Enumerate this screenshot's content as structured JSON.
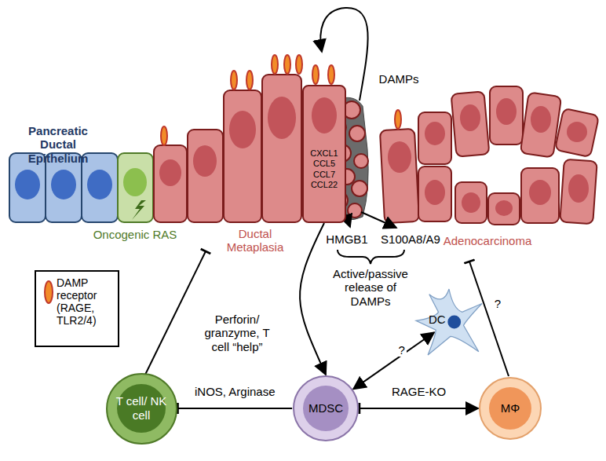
{
  "diagram": {
    "nodes": [
      {
        "text": [
          "CXCL1 CCL5 CCL7 CCL22"
        ]
      },
      {
        "text": [
          "T cell/ NK cell"
        ]
      },
      {
        "text": [
          "MDSC"
        ]
      },
      {
        "text": [
          "DC"
        ]
      },
      {
        "text": [
          "MΦ"
        ]
      }
    ],
    "edges": [
      {
        "from": 0,
        "to": 2,
        "arrow": "to"
      },
      {
        "from": 2,
        "to": 1,
        "label": "iNOS, Arginase",
        "arrow": "to"
      },
      {
        "from": 2,
        "to": 3,
        "label": "?",
        "arrow": "both"
      },
      {
        "from": 2,
        "to": 4,
        "label": "RAGE-KO",
        "arrow": "both"
      }
    ],
    "labels": [
      "Pancreatic Ductal Epithelium",
      "Oncogenic RAS",
      "Ductal Metaplasia",
      "DAMPs",
      "HMGB1",
      "S100A8/A9",
      "Active/passive release of DAMPs",
      "Perforin/ granzyme, T cell “help”",
      "Adenocarcinoma",
      "?"
    ],
    "legend": [
      {
        "text": "DAMP receptor (RAGE, TLR2/4)"
      }
    ]
  }
}
